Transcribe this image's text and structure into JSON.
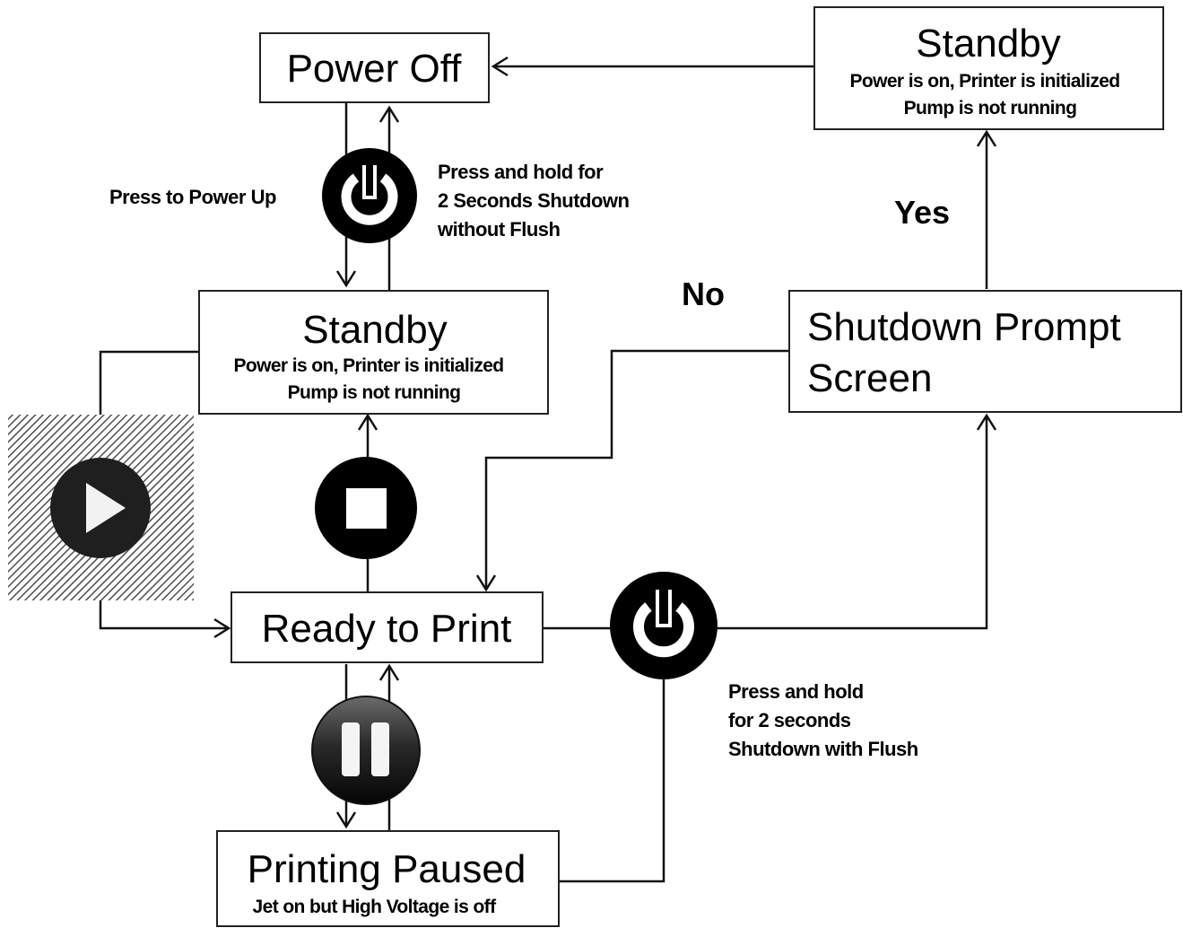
{
  "states": {
    "power_off": {
      "title": "Power Off"
    },
    "standby_top": {
      "title": "Standby",
      "line1": "Power is on, Printer is initialized",
      "line2": "Pump is not running"
    },
    "standby_mid": {
      "title": "Standby",
      "line1": "Power is on, Printer is initialized",
      "line2": "Pump is not running"
    },
    "shutdown_prompt": {
      "line1": "Shutdown Prompt",
      "line2": "Screen"
    },
    "ready": {
      "title": "Ready to Print"
    },
    "paused": {
      "title": "Printing Paused",
      "line1": "Jet on but High Voltage is off"
    }
  },
  "notes": {
    "power_up": "Press to Power Up",
    "hold_no_flush": {
      "line1": "Press and hold for",
      "line2": "2 Seconds Shutdown",
      "line3": "without Flush"
    },
    "hold_flush": {
      "line1": "Press and hold",
      "line2": "for 2 seconds",
      "line3": "Shutdown with Flush"
    }
  },
  "decisions": {
    "yes": "Yes",
    "no": "No"
  },
  "icons": {
    "power_top": "power-icon",
    "stop": "stop-icon",
    "play": "play-icon",
    "pause": "pause-icon",
    "power_right": "power-icon"
  },
  "colors": {
    "ink": "#000000",
    "background": "#ffffff",
    "hatch": "#555555"
  }
}
